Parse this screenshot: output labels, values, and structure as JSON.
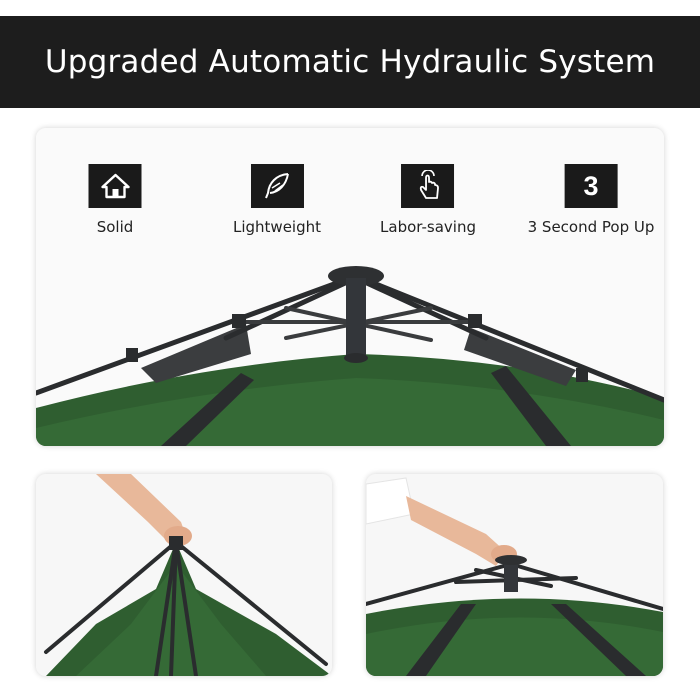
{
  "banner": {
    "title": "Upgraded Automatic Hydraulic System"
  },
  "features": [
    {
      "icon": "house-icon",
      "label": "Solid"
    },
    {
      "icon": "feather-icon",
      "label": "Lightweight"
    },
    {
      "icon": "touch-hand-icon",
      "label": "Labor-saving"
    },
    {
      "icon": "number-three-icon",
      "number": "3",
      "label": "3 Second Pop Up"
    }
  ],
  "colors": {
    "banner_bg": "#1d1d1d",
    "tent_green": "#2f5e30",
    "frame_dark": "#2a2c2e",
    "icon_bg": "#1a1a1a"
  }
}
